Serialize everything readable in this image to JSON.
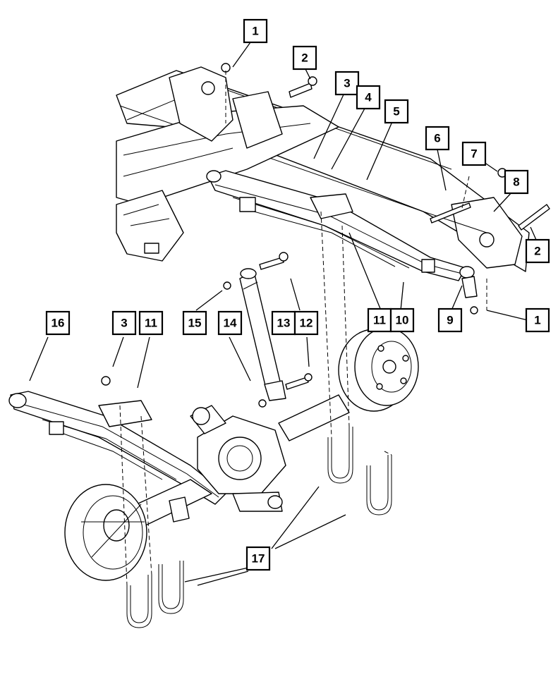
{
  "diagram": {
    "callouts": [
      {
        "label": "1"
      },
      {
        "label": "2"
      },
      {
        "label": "3"
      },
      {
        "label": "4"
      },
      {
        "label": "5"
      },
      {
        "label": "6"
      },
      {
        "label": "7"
      },
      {
        "label": "8"
      },
      {
        "label": "2"
      },
      {
        "label": "9"
      },
      {
        "label": "1"
      },
      {
        "label": "11"
      },
      {
        "label": "10"
      },
      {
        "label": "16"
      },
      {
        "label": "3"
      },
      {
        "label": "11"
      },
      {
        "label": "15"
      },
      {
        "label": "14"
      },
      {
        "label": "13"
      },
      {
        "label": "12"
      },
      {
        "label": "17"
      }
    ]
  }
}
